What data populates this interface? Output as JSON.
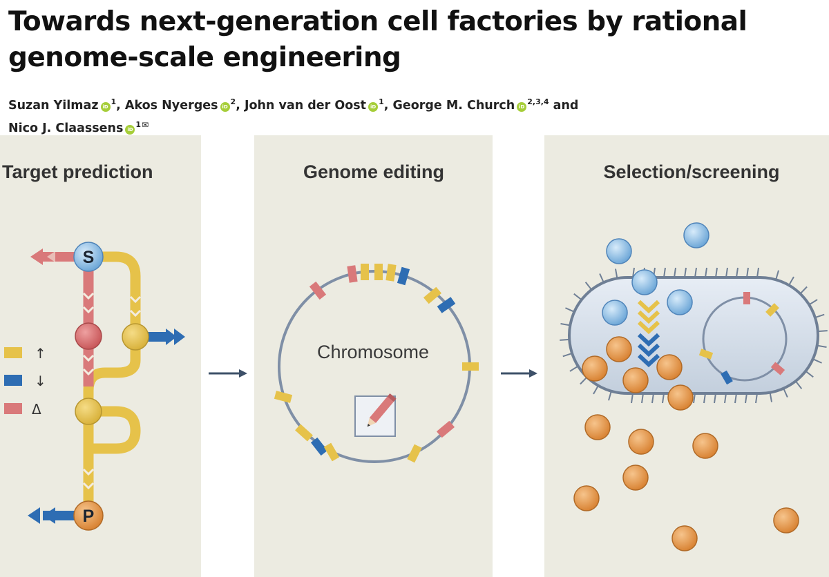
{
  "paper": {
    "title_line1": "Towards next-generation cell factories by rational",
    "title_line2": "genome-scale engineering",
    "authors": [
      {
        "name": "Suzan Yilmaz",
        "aff": "1",
        "sep": ", "
      },
      {
        "name": "Akos Nyerges",
        "aff": "2",
        "sep": ", "
      },
      {
        "name": "John van der Oost",
        "aff": "1",
        "sep": ", "
      },
      {
        "name": "George M. Church",
        "aff": "2,3,4",
        "sep": " and "
      },
      {
        "name": "Nico J. Claassens",
        "aff": "1",
        "sep": ""
      }
    ],
    "orcid_label": "iD",
    "correspondence_icon": "envelope-icon",
    "orcid_color": "#a6ce39"
  },
  "figure": {
    "panels": [
      {
        "title": "Target prediction"
      },
      {
        "title": "Genome editing"
      },
      {
        "title": "Selection/screening"
      }
    ],
    "node_s": "S",
    "node_p": "P",
    "legend": [
      {
        "color": "#e6c24a",
        "symbol": "↑"
      },
      {
        "color": "#2e6db3",
        "symbol": "↓"
      },
      {
        "color": "#d9797a",
        "symbol": "Δ"
      }
    ],
    "chromosome_label": "Chromosome",
    "colors": {
      "panel_bg": "#ecebe1",
      "yellow": "#e6c24a",
      "blue": "#2e6db3",
      "pink": "#d9797a",
      "substrate": "#8fc1e6",
      "product": "#e39a4f",
      "cell": "#cfd9e6",
      "arrow": "#3d5068"
    }
  }
}
